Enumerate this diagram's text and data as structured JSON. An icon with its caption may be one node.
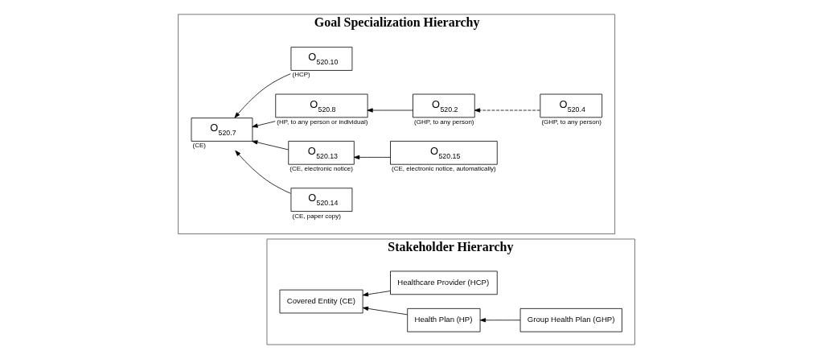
{
  "diagram": {
    "nodes": [
      {
        "text": [
          "Stakeholder Hierarchy"
        ]
      },
      {
        "text": [
          "Covered Entity (CE)"
        ],
        "in": 0
      },
      {
        "text": [
          "Health Plan (HP)"
        ],
        "in": 0
      },
      {
        "text": [
          "Healthcare Provider (HCP)"
        ],
        "in": 0
      },
      {
        "text": [
          "Group Health Plan (GHP)"
        ],
        "in": 0
      },
      {
        "text": [
          "Goal Specialization Hierarchy"
        ]
      },
      {
        "text": [
          "O$_{520.7}$"
        ],
        "beside": [
          "(CE)"
        ],
        "in": 5
      },
      {
        "text": [
          "O$_{520.10}$"
        ],
        "beside": [
          "(HCP)"
        ],
        "in": 5
      },
      {
        "text": [
          "O$_{520.8}$"
        ],
        "beside": [
          "(HP, to any person or individual)"
        ],
        "in": 5
      },
      {
        "text": [
          "O$_{520.2}$"
        ],
        "beside": [
          "(GHP, to any person)"
        ],
        "in": 5
      },
      {
        "text": [
          "O$_{520.4}$"
        ],
        "beside": [
          "(GHP, to any person)"
        ],
        "in": 5
      },
      {
        "text": [
          "O$_{520.13}$"
        ],
        "beside": [
          "(CE, electronic notice)"
        ],
        "in": 5
      },
      {
        "text": [
          "O$_{520.15}$"
        ],
        "beside": [
          "(CE, electronic notice, automatically)"
        ],
        "in": 5
      },
      {
        "text": [
          "O$_{520.14}$"
        ],
        "beside": [
          "(CE, paper copy)"
        ],
        "in": 5
      }
    ],
    "edges": [
      {
        "from": 2,
        "to": 1,
        "arrow": "to"
      },
      {
        "from": 3,
        "to": 1,
        "arrow": "to"
      },
      {
        "from": 4,
        "to": 2,
        "arrow": "to"
      },
      {
        "from": 7,
        "to": 6,
        "arrow": "to"
      },
      {
        "from": 8,
        "to": 6,
        "arrow": "to"
      },
      {
        "from": 11,
        "to": 6,
        "arrow": "to"
      },
      {
        "from": 13,
        "to": 6,
        "arrow": "to"
      },
      {
        "from": 9,
        "to": 8,
        "arrow": "to"
      },
      {
        "from": 10,
        "to": 9,
        "arrow": "to",
        "style": "dashed"
      },
      {
        "from": 12,
        "to": 11,
        "arrow": "to"
      }
    ]
  }
}
